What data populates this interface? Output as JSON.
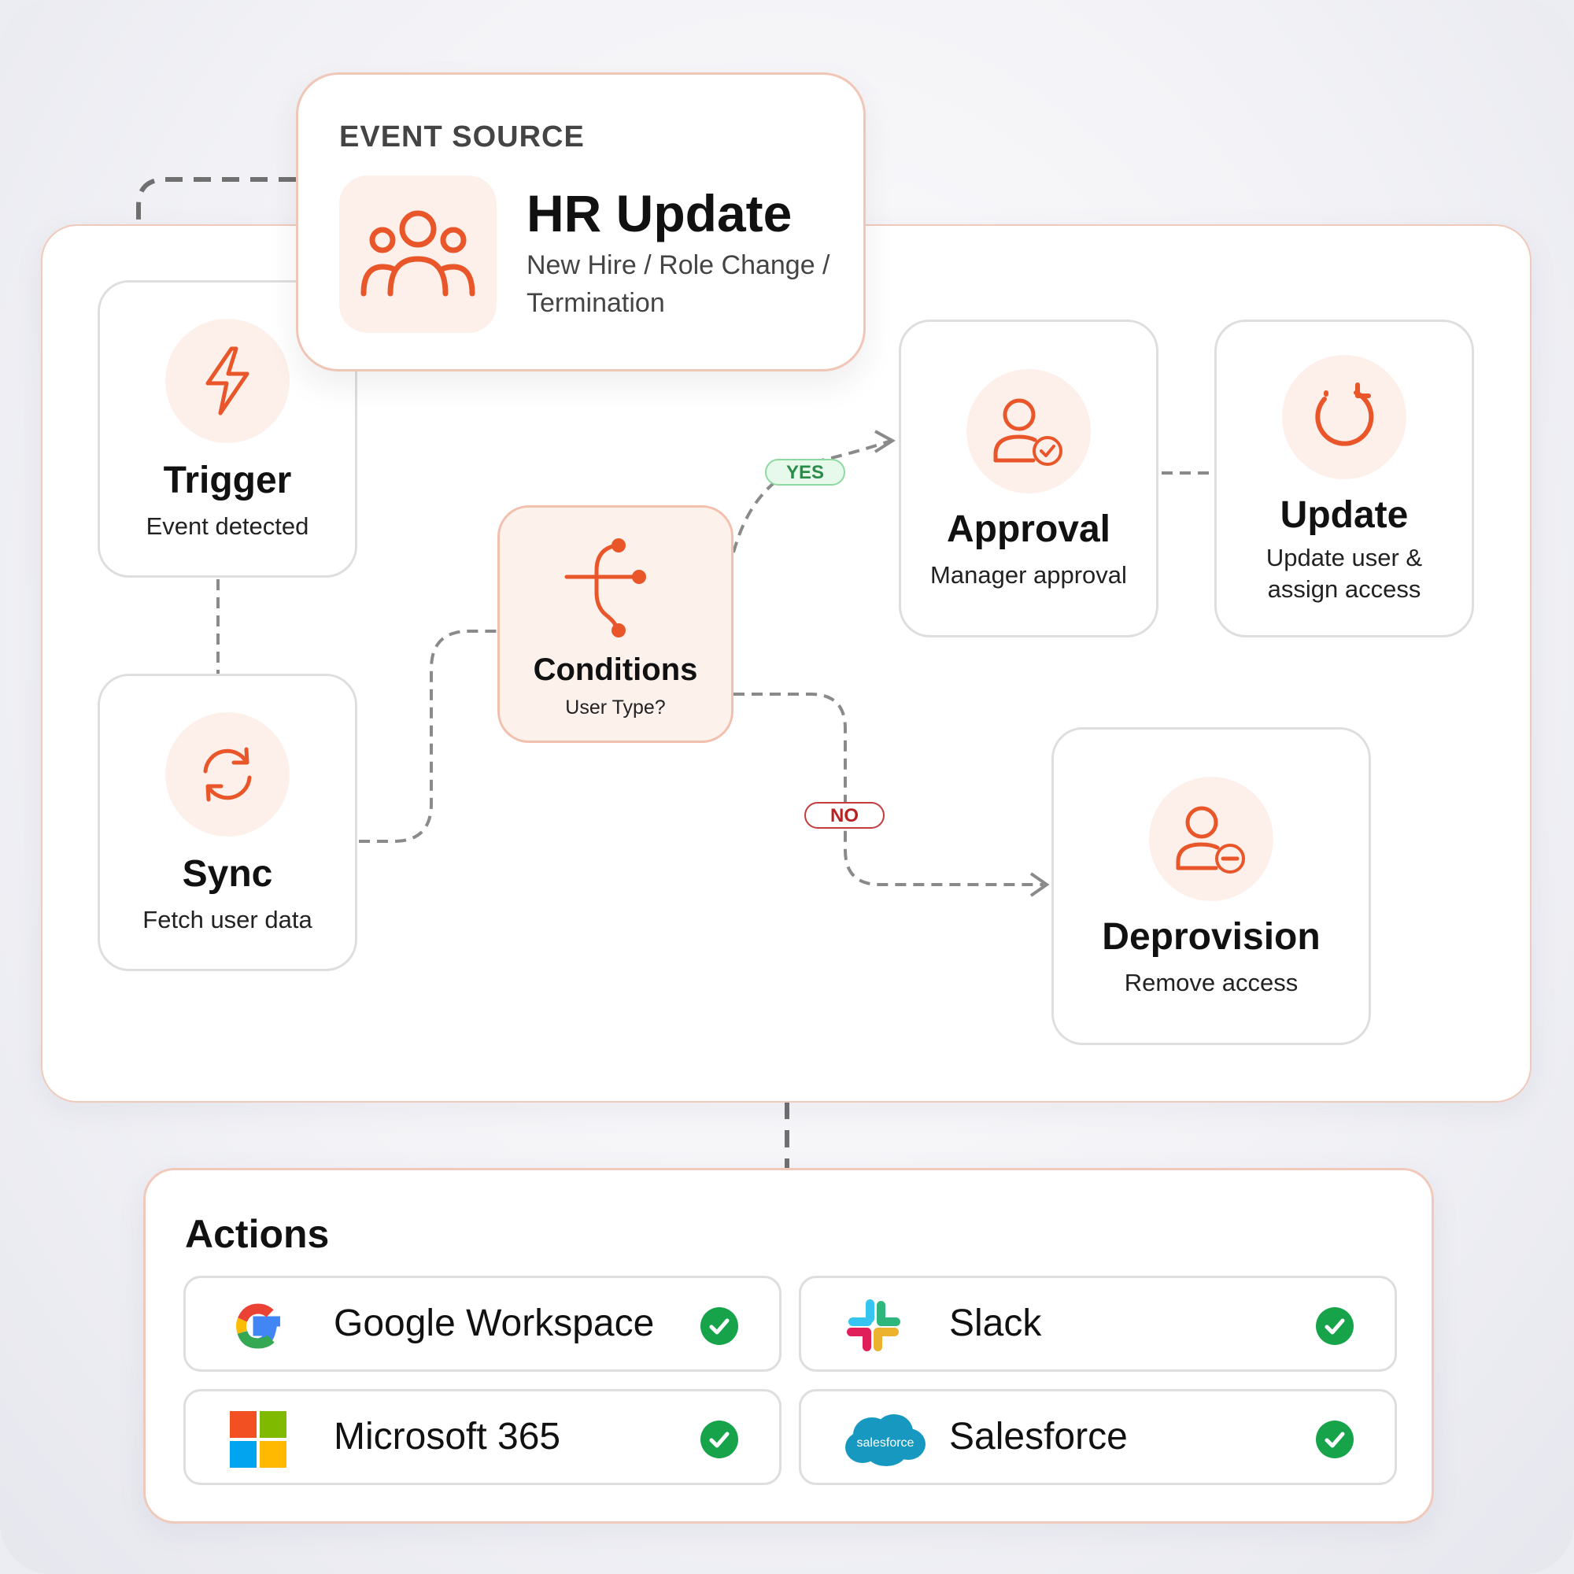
{
  "colors": {
    "accent": "#e8562a",
    "accent_soft": "#fdf0ea",
    "yes_green": "#2a8c49",
    "no_red": "#b82222",
    "check_green": "#16a34a"
  },
  "event_source": {
    "label": "EVENT SOURCE",
    "icon": "users-icon",
    "title": "HR Update",
    "subtitle": "New Hire / Role Change / Termination"
  },
  "nodes": {
    "trigger": {
      "icon": "lightning-icon",
      "title": "Trigger",
      "subtitle": "Event detected"
    },
    "sync": {
      "icon": "sync-icon",
      "title": "Sync",
      "subtitle": "Fetch user data"
    },
    "conditions": {
      "icon": "branch-icon",
      "title": "Conditions",
      "subtitle": "User Type?"
    },
    "approval": {
      "icon": "user-check-icon",
      "title": "Approval",
      "subtitle": "Manager approval"
    },
    "update": {
      "icon": "refresh-icon",
      "title": "Update",
      "subtitle": "Update user & assign access"
    },
    "deprovision": {
      "icon": "user-minus-icon",
      "title": "Deprovision",
      "subtitle": "Remove access"
    }
  },
  "branches": {
    "yes_label": "YES",
    "no_label": "NO"
  },
  "actions": {
    "title": "Actions",
    "items": [
      {
        "name": "Google Workspace",
        "logo": "google-logo",
        "status": "check-icon"
      },
      {
        "name": "Slack",
        "logo": "slack-logo",
        "status": "check-icon"
      },
      {
        "name": "Microsoft 365",
        "logo": "microsoft-logo",
        "status": "check-icon"
      },
      {
        "name": "Salesforce",
        "logo": "salesforce-logo",
        "logo_text": "salesforce",
        "status": "check-icon"
      }
    ]
  }
}
